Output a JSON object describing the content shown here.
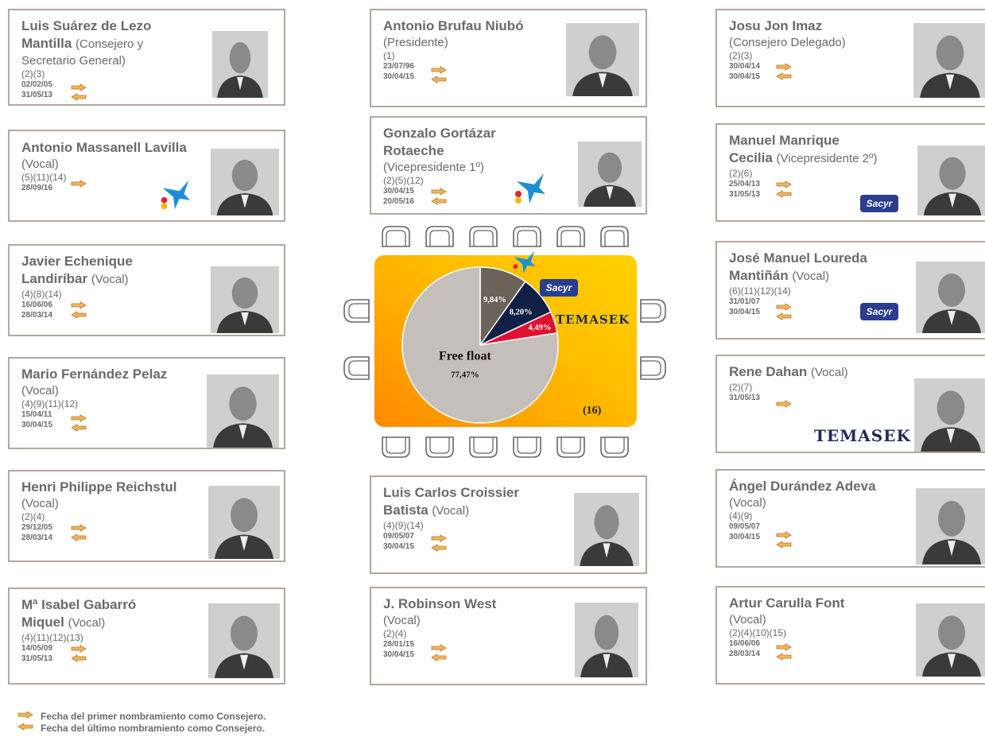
{
  "cards": [
    {
      "id": "suarez",
      "name": "Luis Suárez de Lezo Mantilla",
      "role": "(Consejero y Secretario General)",
      "notes": "(2)(3)",
      "date1": "02/02/05",
      "date2": "31/05/13"
    },
    {
      "id": "massanell",
      "name": "Antonio Massanell Lavilla",
      "role": "(Vocal)",
      "notes": "(5)(11)(14)",
      "date1": "28/09/16"
    },
    {
      "id": "echenique",
      "name": "Javier Echenique Landiríbar",
      "role": "(Vocal)",
      "notes": "(4)(8)(14)",
      "date1": "16/06/06",
      "date2": "28/03/14"
    },
    {
      "id": "fernandez",
      "name": "Mario Fernández Pelaz",
      "role": "(Vocal)",
      "notes": "(4)(9)(11)(12)",
      "date1": "15/04/11",
      "date2": "30/04/15"
    },
    {
      "id": "reichstul",
      "name": "Henri Philippe Reichstul",
      "role": "(Vocal)",
      "notes": "(2)(4)",
      "date1": "29/12/05",
      "date2": "28/03/14"
    },
    {
      "id": "gabarro",
      "name": "Mª Isabel Gabarró Miquel",
      "role": "(Vocal)",
      "notes": "(4)(11)(12)(13)",
      "date1": "14/05/09",
      "date2": "31/05/13"
    },
    {
      "id": "brufau",
      "name": "Antonio Brufau Niubó",
      "role": "(Presidente)",
      "notes": "(1)",
      "date1": "23/07/96",
      "date2": "30/04/15"
    },
    {
      "id": "gortazar",
      "name": "Gonzalo Gortázar Rotaeche",
      "role": "(Vicepresidente 1º)",
      "notes": "(2)(5)(12)",
      "date1": "30/04/15",
      "date2": "20/05/16"
    },
    {
      "id": "croissier",
      "name": "Luis Carlos Croissier Batista",
      "role": "(Vocal)",
      "notes": "(4)(9)(14)",
      "date1": "09/05/07",
      "date2": "30/04/15"
    },
    {
      "id": "west",
      "name": "J. Robinson West",
      "role": "(Vocal)",
      "notes": "(2)(4)",
      "date1": "28/01/15",
      "date2": "30/04/15"
    },
    {
      "id": "imaz",
      "name": "Josu Jon Imaz",
      "role": "(Consejero Delegado)",
      "notes": "(2)(3)",
      "date1": "30/04/14",
      "date2": "30/04/15"
    },
    {
      "id": "manrique",
      "name": "Manuel Manrique Cecilia",
      "role": "(Vicepresidente 2º)",
      "notes": "(2)(6)",
      "date1": "25/04/13",
      "date2": "31/05/13"
    },
    {
      "id": "loureda",
      "name": "José Manuel Loureda Mantiñán",
      "role": "(Vocal)",
      "notes": "(6)(11)(12)(14)",
      "date1": "31/01/07",
      "date2": "30/04/15"
    },
    {
      "id": "dahan",
      "name": "Rene Dahan",
      "role": "(Vocal)",
      "notes": "(2)(7)",
      "date1": "31/05/13"
    },
    {
      "id": "durandez",
      "name": "Ángel Durández Adeva",
      "role": "(Vocal)",
      "notes": "(4)(9)",
      "date1": "09/05/07",
      "date2": "30/04/15"
    },
    {
      "id": "carulla",
      "name": "Artur Carulla Font",
      "role": "(Vocal)",
      "notes": "(2)(4)(10)(15)",
      "date1": "16/06/06",
      "date2": "28/03/14"
    }
  ],
  "name_parts": {
    "suarez": [
      "Luis Suárez de Lezo",
      "Mantilla"
    ],
    "echenique": [
      "Javier Echenique",
      "Landiríbar"
    ],
    "gabarro": [
      "Mª Isabel Gabarró",
      "Miquel"
    ],
    "gortazar": [
      "Gonzalo Gortázar",
      "Rotaeche"
    ],
    "croissier": [
      "Luis Carlos Croissier",
      "Batista"
    ],
    "manrique": [
      "Manuel Manrique",
      "Cecilia"
    ],
    "loureda": [
      "José Manuel Loureda",
      "Mantiñán"
    ],
    "suarez_role": [
      "(Consejero y",
      "Secretario General)"
    ]
  },
  "logos": {
    "sacyr": "Sacyr",
    "temasek": "TEMASEK"
  },
  "chart_data": {
    "type": "pie",
    "slices": [
      {
        "label": "",
        "value": 9.84,
        "value_label": "9,84%",
        "color": "#6b625a"
      },
      {
        "label": "Sacyr",
        "value": 8.2,
        "value_label": "8,20%",
        "color": "#0f1f45"
      },
      {
        "label": "TEMASEK",
        "value": 4.49,
        "value_label": "4,49%",
        "color": "#e0102f"
      },
      {
        "label": "Free float",
        "value": 77.47,
        "value_label": "77,47%",
        "color": "#c4bfba"
      }
    ],
    "annotation": "(16)"
  },
  "legend": {
    "first": "Fecha del primer nombramiento como Consejero.",
    "last": "Fecha del último nombramiento como Consejero."
  },
  "colors": {
    "border": "#b3a89b",
    "arrow_fill": "#f5b45a",
    "arrow_stroke": "#b5772a",
    "caixa_blue": "#1d8fd8"
  }
}
